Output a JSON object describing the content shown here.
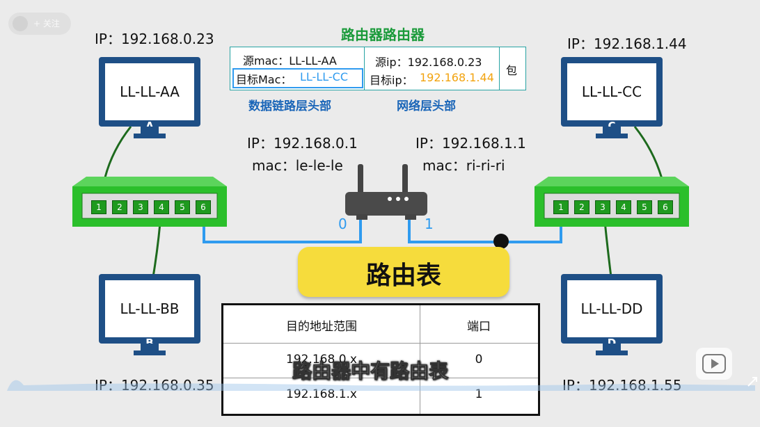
{
  "title": "路由器路由器",
  "follow_button": "+ 关注",
  "packet_header": {
    "src_mac": "源mac：LL-LL-AA",
    "dst_mac_label": "目标Mac：",
    "dst_mac_value": "LL-LL-CC",
    "src_ip": "源ip：192.168.0.23",
    "dst_ip_label": "目标ip：",
    "dst_ip_value": "192.168.1.44",
    "packet": "包",
    "datalink_caption": "数据链路层头部",
    "network_caption": "网络层头部"
  },
  "hosts": {
    "a": {
      "ip": "IP：192.168.0.23",
      "mac": "LL-LL-AA",
      "letter": "A"
    },
    "b": {
      "ip": "IP：192.168.0.35",
      "mac": "LL-LL-BB",
      "letter": "B"
    },
    "c": {
      "ip": "IP：192.168.1.44",
      "mac": "LL-LL-CC",
      "letter": "C"
    },
    "d": {
      "ip": "IP：192.168.1.55",
      "mac": "LL-LL-DD",
      "letter": "D"
    }
  },
  "router": {
    "port0_ip": "IP：192.168.0.1",
    "port0_mac": "mac：le-le-le",
    "port1_ip": "IP：192.168.1.1",
    "port1_mac": "mac：ri-ri-ri",
    "port0_label": "0",
    "port1_label": "1"
  },
  "switch_ports": [
    "1",
    "2",
    "3",
    "4",
    "5",
    "6"
  ],
  "routing_table_title": "路由表",
  "routing_table": {
    "headers": [
      "目的地址范围",
      "端口"
    ],
    "rows": [
      [
        "192.168.0.x",
        "0"
      ],
      [
        "192.168.1.x",
        "1"
      ]
    ]
  },
  "subtitle": "路由器中有路由表",
  "colors": {
    "monitor": "#1e4f86",
    "switch": "#2bbf2b",
    "link_blue": "#2f9bef",
    "link_green": "#1d6a1d",
    "table_yellow": "#f6dc3c",
    "dst_ip_orange": "#f2a30f"
  }
}
